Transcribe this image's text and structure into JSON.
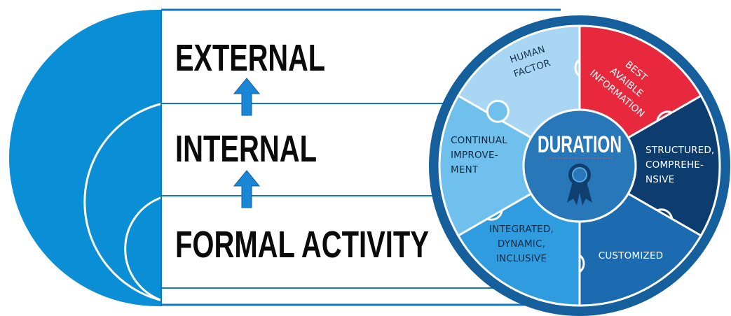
{
  "levels": {
    "external": "EXTERNAL",
    "internal": "INTERNAL",
    "formal": "FORMAL ACTIVITY"
  },
  "wheel": {
    "center": "DURATION",
    "center_icon": "award-ribbon-icon",
    "pieces": {
      "human_factor": [
        "HUMAN",
        "FACTOR"
      ],
      "best_info": [
        "BEST",
        "AVAIBLE",
        "INFORMATION"
      ],
      "structured": [
        "STRUCTURED,",
        "COMPREHE-",
        "NSIVE"
      ],
      "customized": [
        "CUSTOMIZED"
      ],
      "integrated": [
        "INTEGRATED,",
        "DYNAMIC,",
        "INCLUSIVE"
      ],
      "continual": [
        "CONTINUAL",
        "IMPROVE-",
        "MENT"
      ]
    }
  },
  "colors": {
    "brand_blue": "#0a8fd6",
    "rule_blue": "#1177c2",
    "arrow_blue": "#1a86d6",
    "human_factor": "#a9d6f2",
    "best_info": "#e8283c",
    "structured": "#0d3d6e",
    "customized": "#1c6aaf",
    "integrated": "#2f9ce0",
    "continual": "#6fc0ec",
    "wheel_rim": "#145f9c",
    "hub": "#2877b8"
  }
}
